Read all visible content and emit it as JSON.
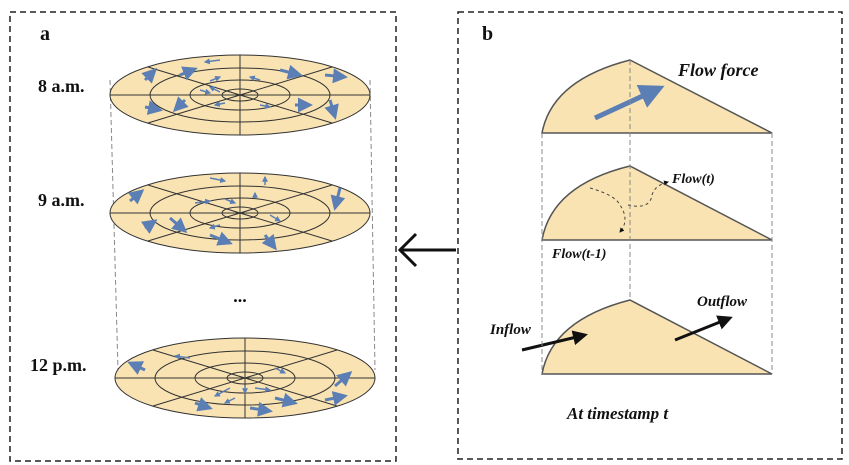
{
  "panel_a": {
    "letter": "a",
    "times": [
      "8 a.m.",
      "9 a.m.",
      "12 p.m."
    ],
    "ellipsis": "..."
  },
  "panel_b": {
    "letter": "b",
    "flow_force": "Flow force",
    "flow_t": "Flow(t)",
    "flow_t_minus_1": "Flow(t-1)",
    "inflow": "Inflow",
    "outflow": "Outflow",
    "caption": "At timestamp t"
  },
  "colors": {
    "region_fill": "#f9e3b3",
    "arrow_blue": "#5b7fb5",
    "outline": "#444444"
  }
}
